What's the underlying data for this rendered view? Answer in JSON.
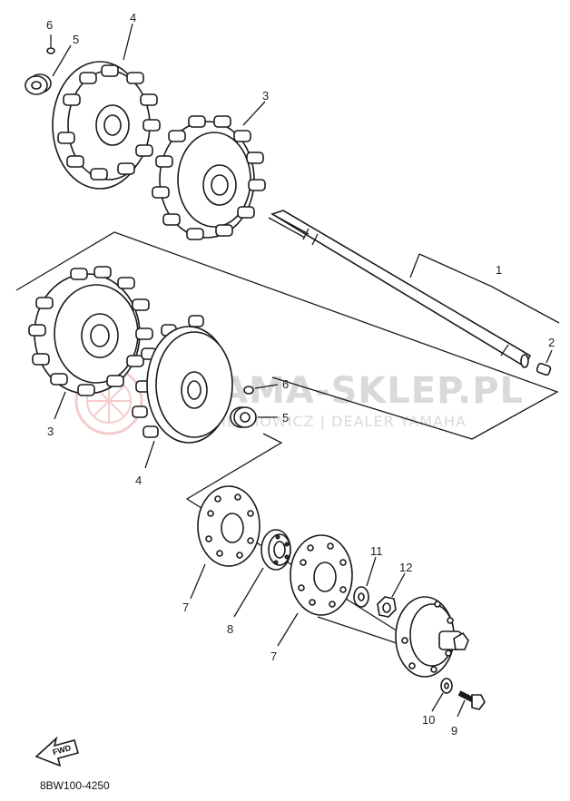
{
  "diagram": {
    "code": "8BW100-4250",
    "fwd_label": "FWD",
    "watermark": {
      "main": "YAMA-SKLEP.PL",
      "sub": "WOJCIECHOWICZ | DEALER YAMAHA"
    },
    "callouts": {
      "c6a": "6",
      "c5a": "5",
      "c4a": "4",
      "c3a": "3",
      "c1": "1",
      "c2": "2",
      "c6b": "6",
      "c5b": "5",
      "c3b": "3",
      "c4b": "4",
      "c7a": "7",
      "c8": "8",
      "c7b": "7",
      "c11": "11",
      "c12": "12",
      "c10": "10",
      "c9": "9"
    }
  }
}
